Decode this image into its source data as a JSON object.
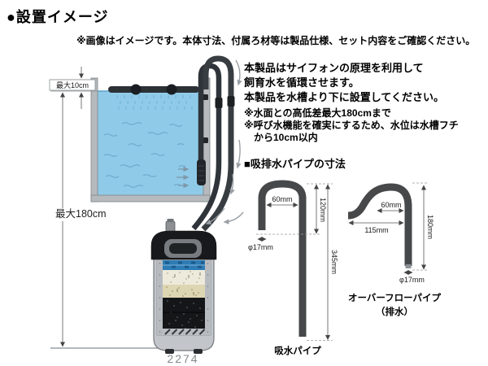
{
  "header": {
    "title": "●設置イメージ",
    "subtitle": "※画像はイメージです。本体寸法、付属ろ材等は製品仕様、セット内容をご確認ください。"
  },
  "description": {
    "line1": "本製品はサイフォンの原理を利用して",
    "line2": "飼育水を循環させます。",
    "line3": "本製品を水槽より下に設置してください。",
    "note1": "※水面との高低差最大180cmまで",
    "note2": "※呼び水機能を確実にするため、水位は水槽フチ",
    "note3": "から10cm以内"
  },
  "installation": {
    "max_gap_label": "最大10cm",
    "max_height_label": "最大180cm",
    "model_number": "2274"
  },
  "pipes": {
    "heading": "■吸排水パイプの寸法",
    "intake": {
      "caption": "吸水パイプ",
      "width": "60mm",
      "hook_height": "120mm",
      "diameter": "φ17mm",
      "total_length": "345mm"
    },
    "overflow": {
      "caption_line1": "オーバーフローパイプ",
      "caption_line2": "（排水）",
      "width": "60mm",
      "reach": "115mm",
      "height": "180mm",
      "diameter": "φ17mm"
    }
  },
  "colors": {
    "water": "#8fcbe9",
    "water_line": "#5f9ec6",
    "tank_frame": "#b6babd",
    "hose": "#383d42",
    "pipe_diagram": "#47484a",
    "media_blue": "#2d7cb5",
    "model_text": "#85898d"
  }
}
